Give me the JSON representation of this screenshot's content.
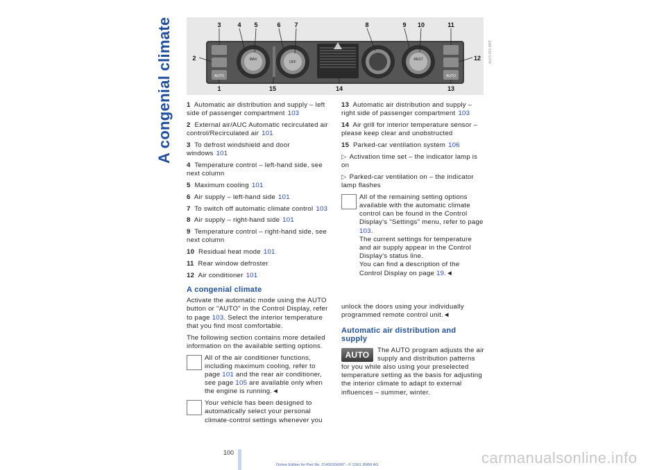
{
  "side_title": "A congenial climate",
  "panel": {
    "callouts_top": [
      "3",
      "4",
      "5",
      "6",
      "7",
      "8",
      "9",
      "10",
      "11"
    ],
    "callouts_side": [
      "2",
      "12"
    ],
    "callouts_bottom": [
      "1",
      "15",
      "14",
      "13"
    ],
    "button_labels": {
      "max": "MAX",
      "off": "OFF",
      "rest": "REST",
      "auto_left": "AUTO",
      "auto_right": "AUTO"
    },
    "code": "ALH1.001.ARP"
  },
  "left_list": [
    {
      "num": "1",
      "text": "Automatic air distribution and supply – left side of passenger compartment",
      "ref": "103"
    },
    {
      "num": "2",
      "text": "External air/AUC Automatic recirculated air control/Recirculated air",
      "ref": "101"
    },
    {
      "num": "3",
      "text": "To defrost windshield and door windows",
      "ref": "101"
    },
    {
      "num": "4",
      "text": "Temperature control – left-hand side, see next column",
      "ref": ""
    },
    {
      "num": "5",
      "text": "Maximum cooling",
      "ref": "101"
    },
    {
      "num": "6",
      "text": "Air supply – left-hand side",
      "ref": "101"
    },
    {
      "num": "7",
      "text": "To switch off automatic climate control",
      "ref": "103"
    },
    {
      "num": "8",
      "text": "Air supply – right-hand side",
      "ref": "101"
    },
    {
      "num": "9",
      "text": "Temperature control – right-hand side, see next column",
      "ref": ""
    },
    {
      "num": "10",
      "text": "Residual heat mode",
      "ref": "101"
    },
    {
      "num": "11",
      "text": "Rear window defroster",
      "ref": ""
    },
    {
      "num": "12",
      "text": "Air conditioner",
      "ref": "101"
    }
  ],
  "right_list": [
    {
      "num": "13",
      "text": "Automatic air distribution and supply – right side of passenger compartment",
      "ref": "103"
    },
    {
      "num": "14",
      "text": "Air grill for interior temperature sensor – please keep clear and unobstructed",
      "ref": ""
    },
    {
      "num": "15",
      "text": "Parked-car ventilation system",
      "ref": "106"
    }
  ],
  "right_bullets": [
    "Activation time set – the indicator lamp is on",
    "Parked-car ventilation on – the indicator lamp flashes"
  ],
  "right_note": {
    "text1": "All of the remaining setting options available with the automatic climate control can be found in the Control Display's \"Settings\" menu, refer to page",
    "ref1": "103",
    "text2": "The current settings for temperature and air supply appear in the Control Display's status line.",
    "text3": "You can find a description of the Control Display on page",
    "ref2": "19",
    "end": ".◄"
  },
  "section": {
    "heading": "A congenial climate",
    "p1a": "Activate the automatic mode using the AUTO button or \"AUTO\" in the Control Display, refer to page",
    "p1ref": "103",
    "p1b": ". Select the interior temperature that you find most comfortable.",
    "p2": "The following section contains more detailed information on the available setting options.",
    "note1a": "All of the air conditioner functions, including maximum cooling, refer to page",
    "note1ref1": "101",
    "note1b": "and the rear air conditioner, see page",
    "note1ref2": "105",
    "note1c": "are available only when the engine is running.◄",
    "note2": "Your vehicle has been designed to automatically select your personal climate-control settings whenever you",
    "cont": "unlock the doors using your individually programmed remote control unit.◄"
  },
  "auto_section": {
    "heading": "Automatic air distribution and supply",
    "badge": "AUTO",
    "text": "The AUTO program adjusts the air supply and distribution patterns for you while also using your preselected temperature setting as the basis for adjusting the interior climate to adapt to external influences – summer, winter."
  },
  "footer": {
    "page_number": "100",
    "online_edition": "Online Edition for Part No. 01400156097 - © 10/01 BMW AG",
    "site": "carmanualsonline.info"
  },
  "colors": {
    "accent": "#1f4ea0",
    "link": "#2346b8"
  }
}
